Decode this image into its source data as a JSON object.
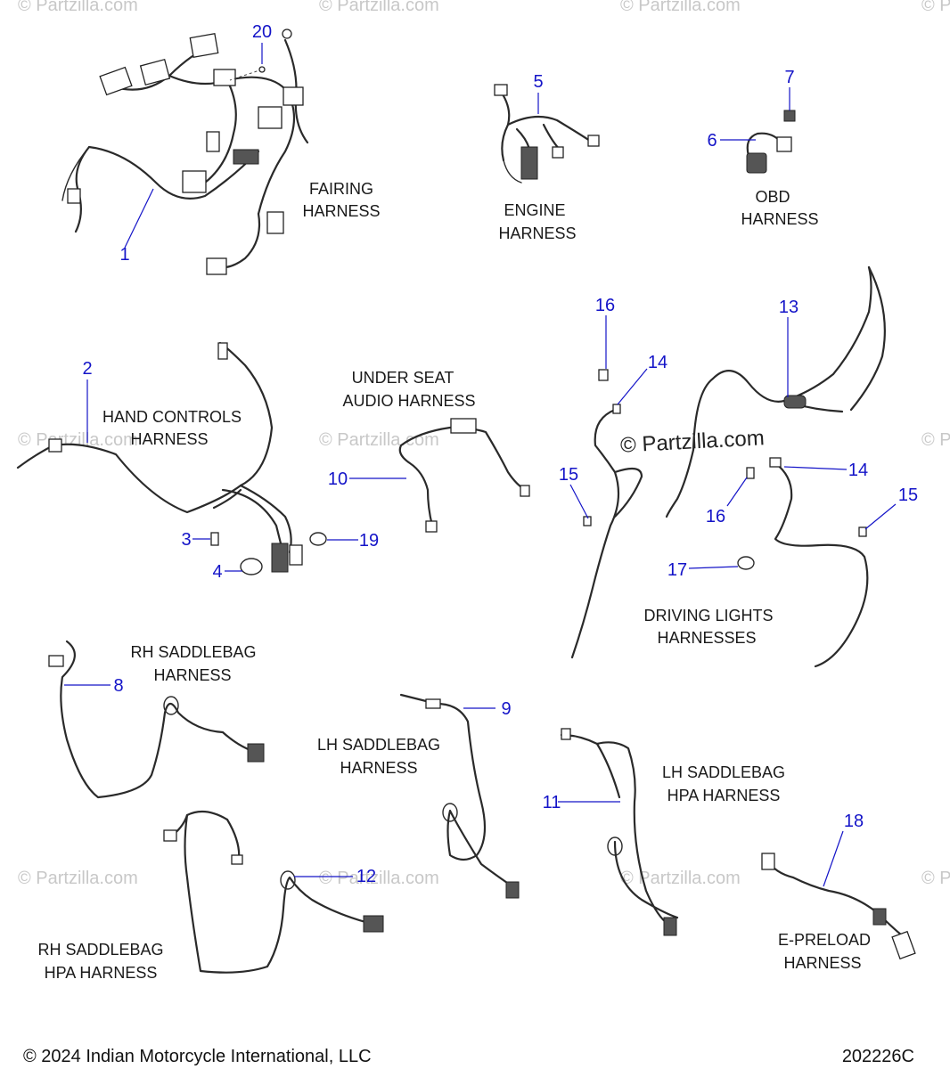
{
  "watermark": "© Partzilla.com",
  "center_watermark": "© Partzilla.com",
  "footer": {
    "copyright": "© 2024 Indian Motorcycle International, LLC",
    "drawing_number": "202226C"
  },
  "labels": {
    "fairing_1": "FAIRING",
    "fairing_2": "HARNESS",
    "engine_1": "ENGINE",
    "engine_2": "HARNESS",
    "obd_1": "OBD",
    "obd_2": "HARNESS",
    "hand_1": "HAND CONTROLS",
    "hand_2": "HARNESS",
    "under_1": "UNDER SEAT",
    "under_2": "AUDIO HARNESS",
    "driving_1": "DRIVING LIGHTS",
    "driving_2": "HARNESSES",
    "rh_bag_1": "RH SADDLEBAG",
    "rh_bag_2": "HARNESS",
    "lh_bag_1": "LH SADDLEBAG",
    "lh_bag_2": "HARNESS",
    "lh_hpa_1": "LH SADDLEBAG",
    "lh_hpa_2": "HPA HARNESS",
    "rh_hpa_1": "RH SADDLEBAG",
    "rh_hpa_2": "HPA HARNESS",
    "epreload_1": "E-PRELOAD",
    "epreload_2": "HARNESS"
  },
  "callouts": {
    "n1": "1",
    "n2": "2",
    "n3": "3",
    "n4": "4",
    "n5": "5",
    "n6": "6",
    "n7": "7",
    "n8": "8",
    "n9": "9",
    "n10": "10",
    "n11": "11",
    "n12": "12",
    "n13": "13",
    "n14a": "14",
    "n14b": "14",
    "n15a": "15",
    "n15b": "15",
    "n16a": "16",
    "n16b": "16",
    "n17": "17",
    "n18": "18",
    "n19": "19",
    "n20": "20"
  }
}
